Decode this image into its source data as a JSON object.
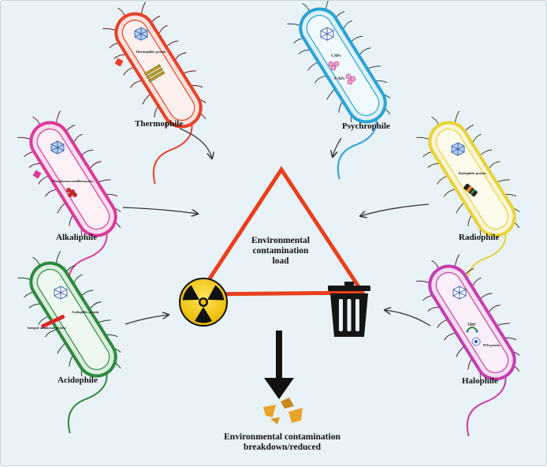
{
  "organisms": {
    "thermophile": {
      "label": "Thermophile",
      "protein": "Thermophilic protein",
      "color": "#e8402a"
    },
    "psychrophile": {
      "label": "Psychrophile",
      "protein_a": "CSPs",
      "protein_b": "CAPs",
      "color": "#2aa3d6"
    },
    "alkaliphile": {
      "label": "Alkaliphile",
      "protein": "Phosphorous metalloenzymes",
      "color": "#d93b9a"
    },
    "radiophile": {
      "label": "Radiophile",
      "protein": "Radiophilic protein",
      "color": "#e8d23a"
    },
    "acidophile": {
      "label": "Acidophile",
      "protein_a": "Integral membrane protein",
      "protein_b": "Acidophilic protein",
      "color": "#2e8a3e"
    },
    "halophile": {
      "label": "Halophile",
      "protein_a": "TBP",
      "protein_b": "PSS protein",
      "color": "#c43fae"
    }
  },
  "center": {
    "line1": "Environmental",
    "line2": "contamination",
    "line3": "load"
  },
  "outcome": {
    "line1": "Environmental contamination",
    "line2": "breakdown/reduced"
  },
  "colors": {
    "triangle": "#e8401c",
    "background": "#e9f2f7",
    "radiation_yellow": "#f2c400",
    "fragment_gold": "#e9a52a"
  },
  "icons": {
    "hazard": "radiation-icon",
    "bin": "trash-bin-icon",
    "arrow": "down-arrow-icon"
  }
}
